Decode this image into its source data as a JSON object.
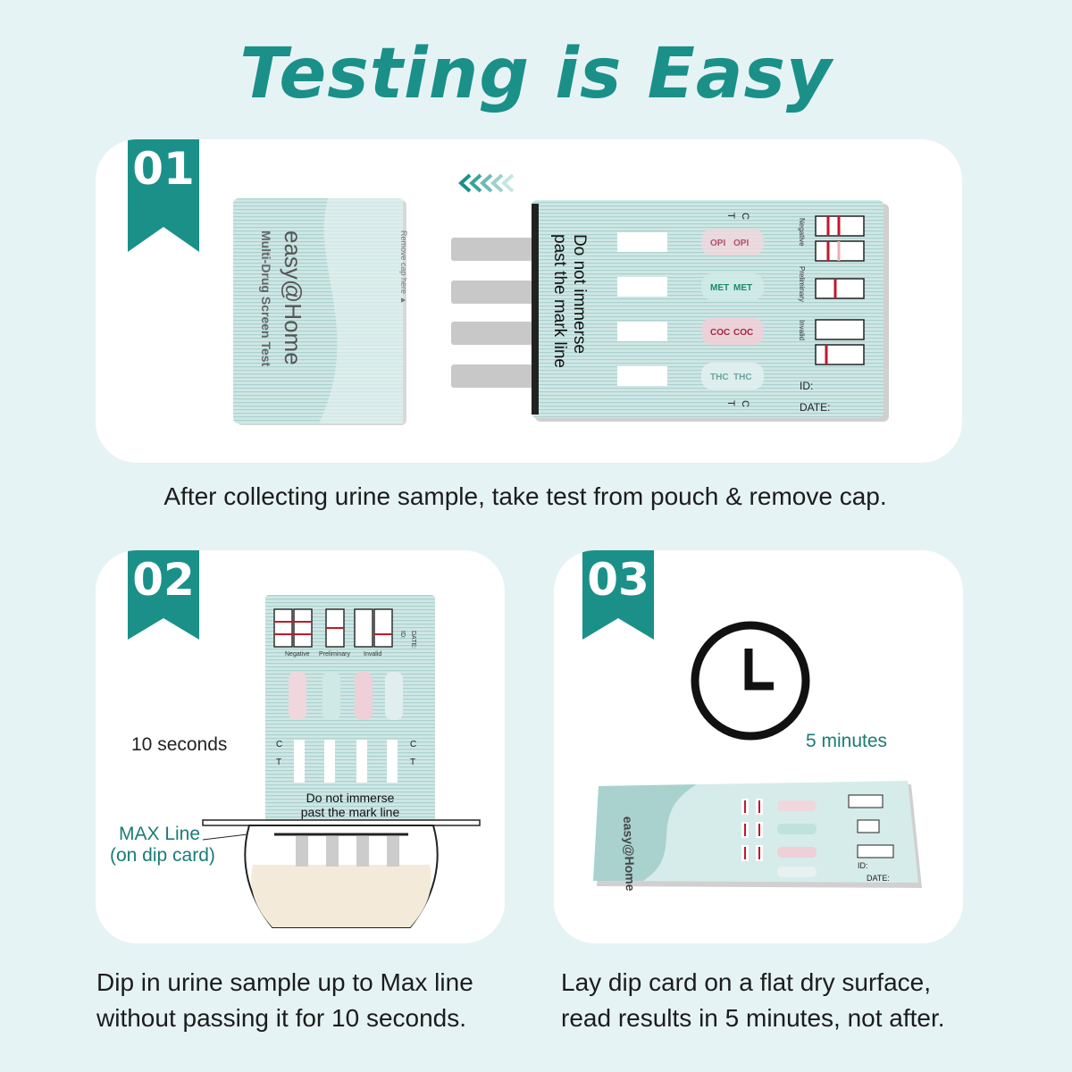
{
  "title": "Testing is Easy",
  "colors": {
    "accent": "#1a9089",
    "background": "#e6f3f5",
    "card": "#b9dcd9",
    "control_line": "#c0192c"
  },
  "steps": [
    {
      "number": "01",
      "caption": "After collecting urine sample, take test from pouch & remove cap."
    },
    {
      "number": "02",
      "caption_line1": "Dip in urine sample up to Max line",
      "caption_line2": "without passing it for 10 seconds.",
      "duration": "10 seconds",
      "max_line_label": "MAX Line",
      "max_line_sub": "(on dip card)"
    },
    {
      "number": "03",
      "caption_line1": "Lay dip card on a flat dry surface,",
      "caption_line2": "read results in 5 minutes, not after.",
      "duration": "5 minutes"
    }
  ],
  "card": {
    "brand": "easy@Home",
    "product": "Multi-Drug Screen Test",
    "remove_cap": "Remove cap here ▲",
    "immerse_warning_1": "Do not immerse",
    "immerse_warning_2": "past the mark line",
    "negative": "Negative",
    "preliminary": "Preliminary",
    "invalid": "Invalid",
    "id_label": "ID:",
    "date_label": "DATE:",
    "c_label": "C",
    "t_label": "T",
    "drugs": [
      "OPI",
      "MET",
      "COC",
      "THC"
    ]
  },
  "icons": {
    "step1": "chevron-arrows-icon",
    "step3": "clock-icon"
  }
}
